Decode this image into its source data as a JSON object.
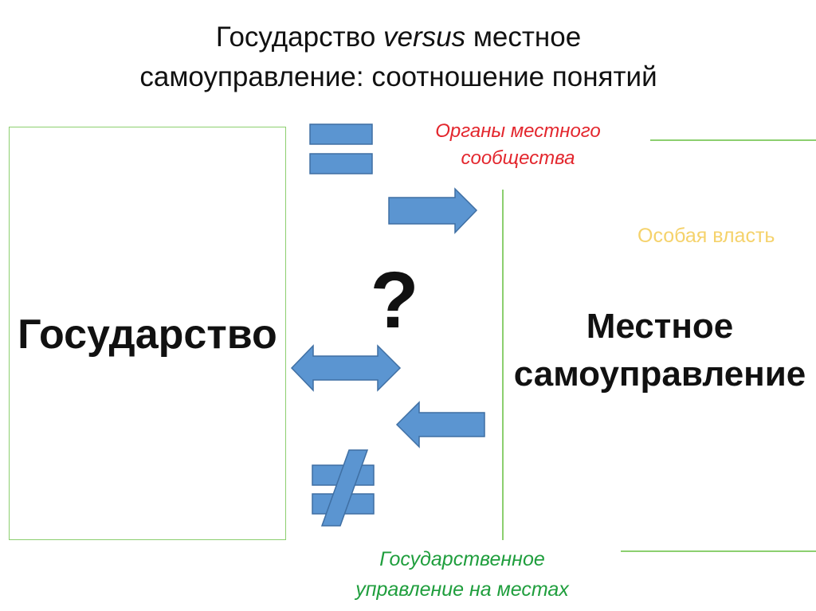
{
  "title": {
    "part1": "Государство ",
    "italic": "versus",
    "part2": " местное",
    "line2": "самоуправление: соотношение понятий"
  },
  "left_box": {
    "label": "Государство"
  },
  "right_label": {
    "line1": "Местное",
    "line2": "самоуправление"
  },
  "labels": {
    "organs_line1": "Органы местного",
    "organs_line2": "сообщества",
    "special_power": "Особая власть",
    "state_admin_line1": "Государственное",
    "state_admin_line2": "управление на местах"
  },
  "question_mark": "?",
  "colors": {
    "shape_fill": "#5b95d1",
    "shape_stroke": "#3f6fa3",
    "box_line": "#8ccf6f",
    "red": "#e3262d",
    "yellow": "#f5d26b",
    "green": "#1f9e3d"
  },
  "icons": [
    "equals-icon",
    "arrow-right-icon",
    "double-arrow-icon",
    "arrow-left-icon",
    "not-equal-icon"
  ]
}
